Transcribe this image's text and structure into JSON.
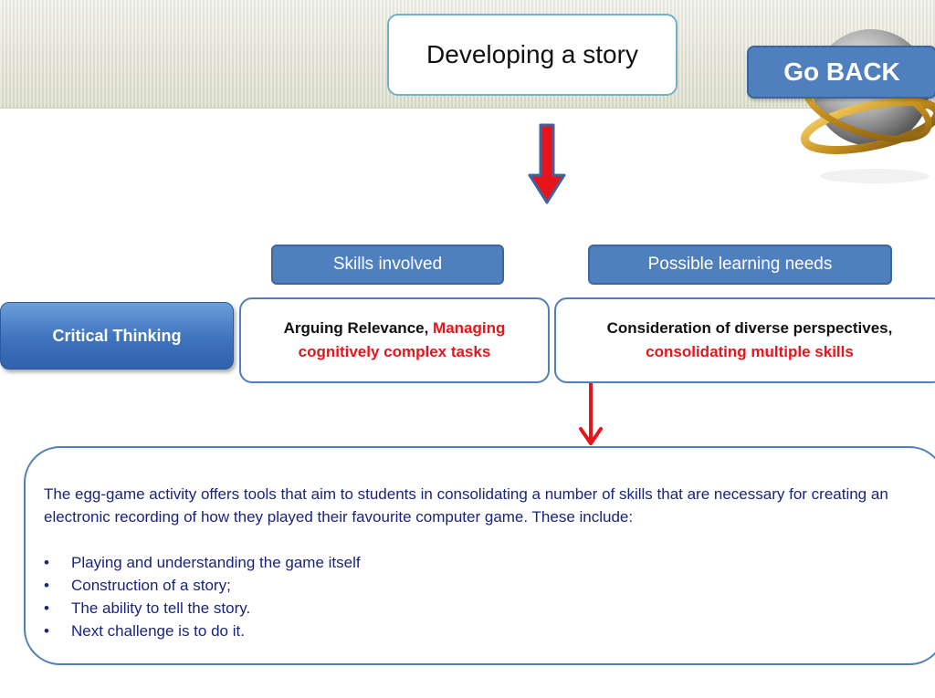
{
  "title": "Developing a story",
  "go_back_label": "Go BACK",
  "headers": {
    "skills": "Skills involved",
    "needs": "Possible learning needs"
  },
  "side_label": "Critical Thinking",
  "skills_box": {
    "text_black": "Arguing Relevance, ",
    "text_red": "Managing cognitively complex tasks"
  },
  "needs_box": {
    "text_black": "Consideration of diverse perspectives, ",
    "text_red": "consolidating multiple skills"
  },
  "description": {
    "paragraph": "The egg-game activity offers tools that aim to students in consolidating a number of skills that are necessary for creating an electronic recording of how they played their favourite computer game. These include:",
    "bullet_glyph": "•",
    "items": [
      "Playing and understanding the game itself",
      "Construction of a story;",
      "The ability to tell the story.",
      "Next challenge is to do it."
    ]
  },
  "colors": {
    "accent_blue": "#4f7fbd",
    "red": "#e8141c",
    "teal_border": "#6fb3c8",
    "text_navy": "#1a237e"
  }
}
